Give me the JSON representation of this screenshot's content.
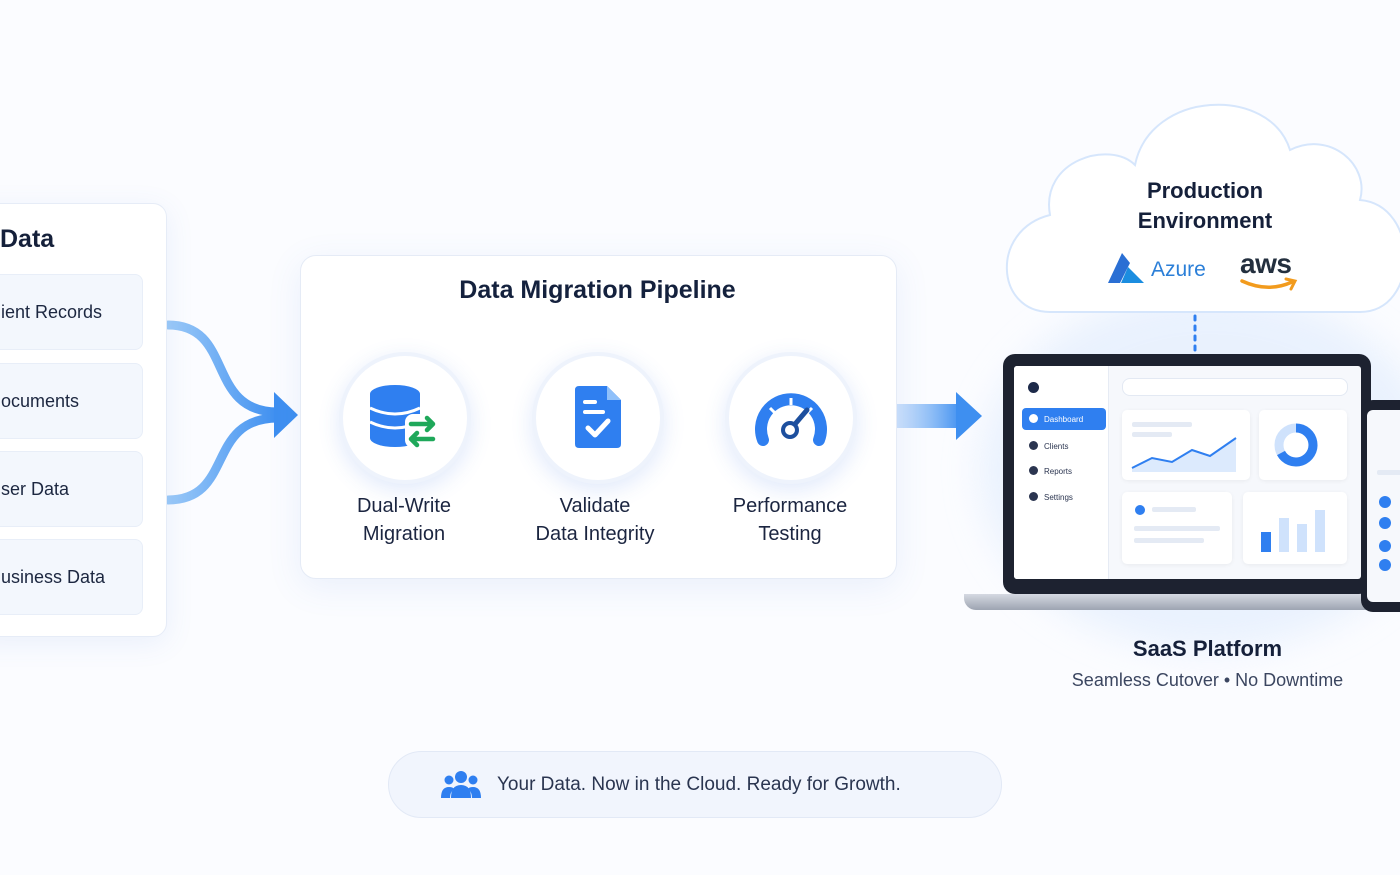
{
  "source": {
    "title": "Data",
    "items": [
      {
        "label": "ient Records"
      },
      {
        "label": "ocuments"
      },
      {
        "label": "ser Data"
      },
      {
        "label": "usiness Data"
      }
    ]
  },
  "pipeline": {
    "title": "Data Migration Pipeline",
    "stages": [
      {
        "line1": "Dual-Write",
        "line2": "Migration",
        "icon": "database-sync-icon"
      },
      {
        "line1": "Validate",
        "line2": "Data Integrity",
        "icon": "document-check-icon"
      },
      {
        "line1": "Performance",
        "line2": "Testing",
        "icon": "speedometer-icon"
      }
    ]
  },
  "cloud": {
    "title_line1": "Production",
    "title_line2": "Environment",
    "providers": [
      "Azure",
      "aws"
    ]
  },
  "app": {
    "nav": [
      "Dashboard",
      "Clients",
      "Reports",
      "Settings"
    ],
    "active_nav": "Dashboard"
  },
  "platform": {
    "title": "SaaS Platform",
    "subtitle": "Seamless Cutover • No Downtime"
  },
  "banner": {
    "text": "Your Data. Now in the Cloud. Ready for Growth.",
    "icon": "users-group-icon"
  },
  "colors": {
    "accent": "#2f7ff0",
    "flow": "#5aa6f5",
    "green": "#1fa85a",
    "text": "#14213d"
  }
}
